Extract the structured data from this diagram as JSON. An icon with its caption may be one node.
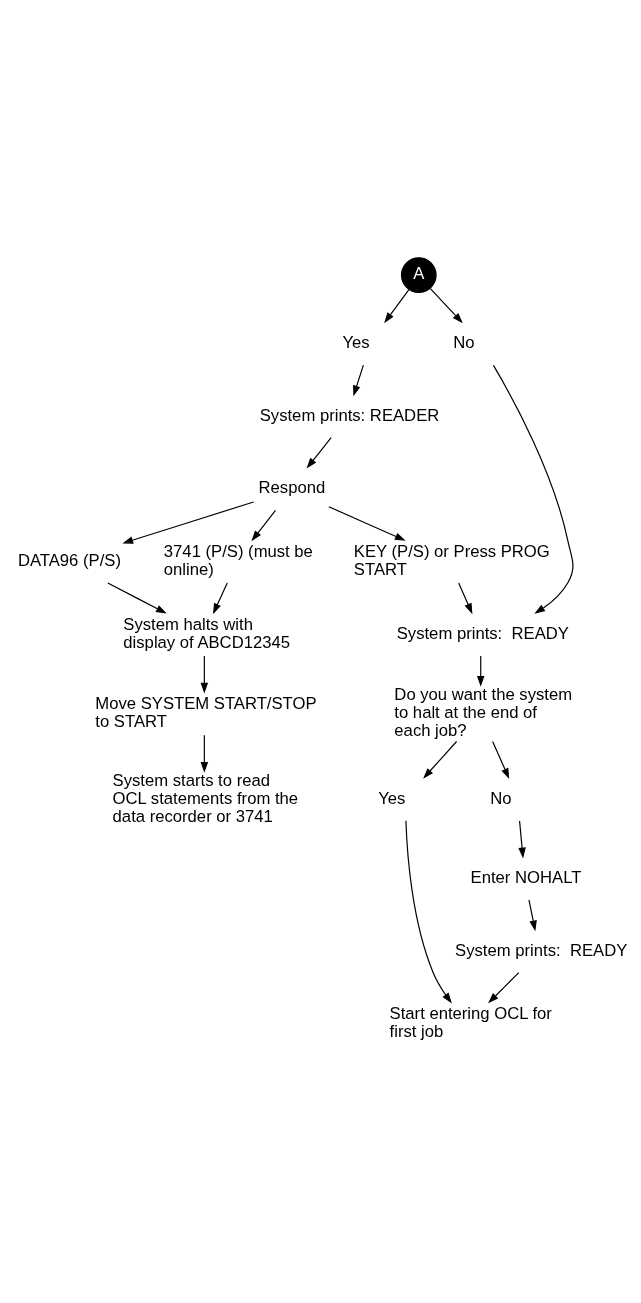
{
  "diagram": {
    "nodes": [
      {
        "text": [
          "A"
        ]
      },
      {
        "text": [
          "Yes"
        ]
      },
      {
        "text": [
          "No"
        ]
      },
      {
        "text": [
          "System prints: READER"
        ]
      },
      {
        "text": [
          "Respond"
        ]
      },
      {
        "text": [
          "DATA96 (P/S)"
        ]
      },
      {
        "text": [
          "KEY (P/S) or Press PROG START"
        ]
      },
      {
        "text": [
          "3741 (P/S) (must be online)"
        ]
      },
      {
        "text": [
          "System halts with display of ABCD12345"
        ]
      },
      {
        "text": [
          "Move SYSTEM START/STOP to START"
        ]
      },
      {
        "text": [
          "System starts to read OCL statements from the data recorder or 3741"
        ]
      },
      {
        "text": [
          "System prints:  READY"
        ]
      },
      {
        "text": [
          "Do you want the system to halt at the end of each job?"
        ]
      },
      {
        "text": [
          "Yes"
        ]
      },
      {
        "text": [
          "No"
        ]
      },
      {
        "text": [
          "Enter NOHALT"
        ]
      },
      {
        "text": [
          "System prints:  READY"
        ]
      },
      {
        "text": [
          "Start entering OCL for first job"
        ]
      }
    ],
    "edges": [
      {
        "from": 0,
        "to": 1,
        "arrow": "to"
      },
      {
        "from": 0,
        "to": 2,
        "arrow": "to"
      },
      {
        "from": 1,
        "to": 3,
        "arrow": "to"
      },
      {
        "from": 3,
        "to": 4,
        "arrow": "to"
      },
      {
        "from": 4,
        "to": 5,
        "arrow": "to"
      },
      {
        "from": 4,
        "to": 6,
        "arrow": "to"
      },
      {
        "from": 4,
        "to": 7,
        "arrow": "to"
      },
      {
        "from": 5,
        "to": 8,
        "arrow": "to"
      },
      {
        "from": 7,
        "to": 8,
        "arrow": "to"
      },
      {
        "from": 6,
        "to": 11,
        "arrow": "to"
      },
      {
        "from": 2,
        "to": 11,
        "arrow": "to"
      },
      {
        "from": 8,
        "to": 9,
        "arrow": "to"
      },
      {
        "from": 9,
        "to": 10,
        "arrow": "to"
      },
      {
        "from": 11,
        "to": 12,
        "arrow": "to"
      },
      {
        "from": 12,
        "to": 13,
        "arrow": "to"
      },
      {
        "from": 12,
        "to": 14,
        "arrow": "to"
      },
      {
        "from": 14,
        "to": 15,
        "arrow": "to"
      },
      {
        "from": 15,
        "to": 16,
        "arrow": "to"
      },
      {
        "from": 16,
        "to": 17,
        "arrow": "to"
      },
      {
        "from": 13,
        "to": 17,
        "arrow": "to"
      }
    ]
  }
}
